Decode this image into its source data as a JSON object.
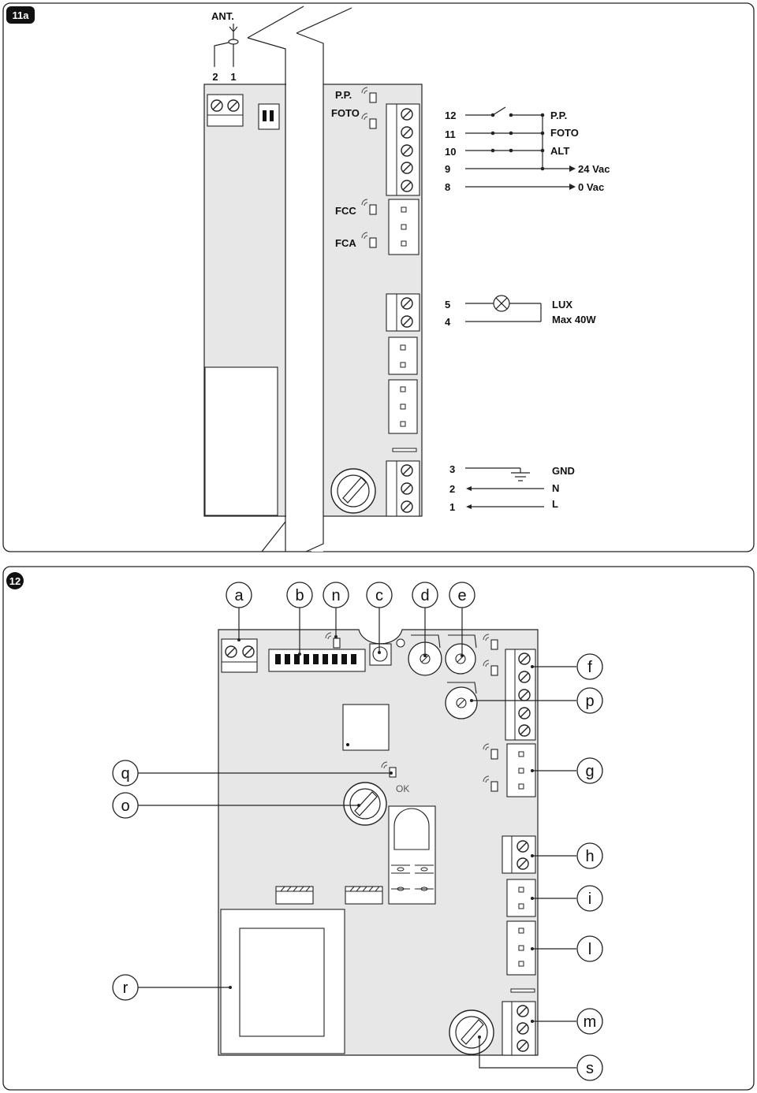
{
  "figure_11a": {
    "badge": "11a",
    "antenna_label": "ANT.",
    "antenna_terminals": [
      "2",
      "1"
    ],
    "led_labels": [
      "P.P.",
      "FOTO",
      "FCC",
      "FCA"
    ],
    "terminal_numbers": [
      "12",
      "11",
      "10",
      "9",
      "8",
      "5",
      "4",
      "3",
      "2",
      "1"
    ],
    "circuit_labels": [
      "P.P.",
      "FOTO",
      "ALT",
      "24 Vac",
      "0 Vac",
      "LUX",
      "Max 40W",
      "GND",
      "N",
      "L"
    ]
  },
  "figure_12": {
    "badge": "12",
    "callouts": [
      "a",
      "b",
      "n",
      "c",
      "d",
      "e",
      "f",
      "p",
      "g",
      "q",
      "o",
      "h",
      "i",
      "l",
      "r",
      "m",
      "s"
    ],
    "ok_label": "OK"
  }
}
